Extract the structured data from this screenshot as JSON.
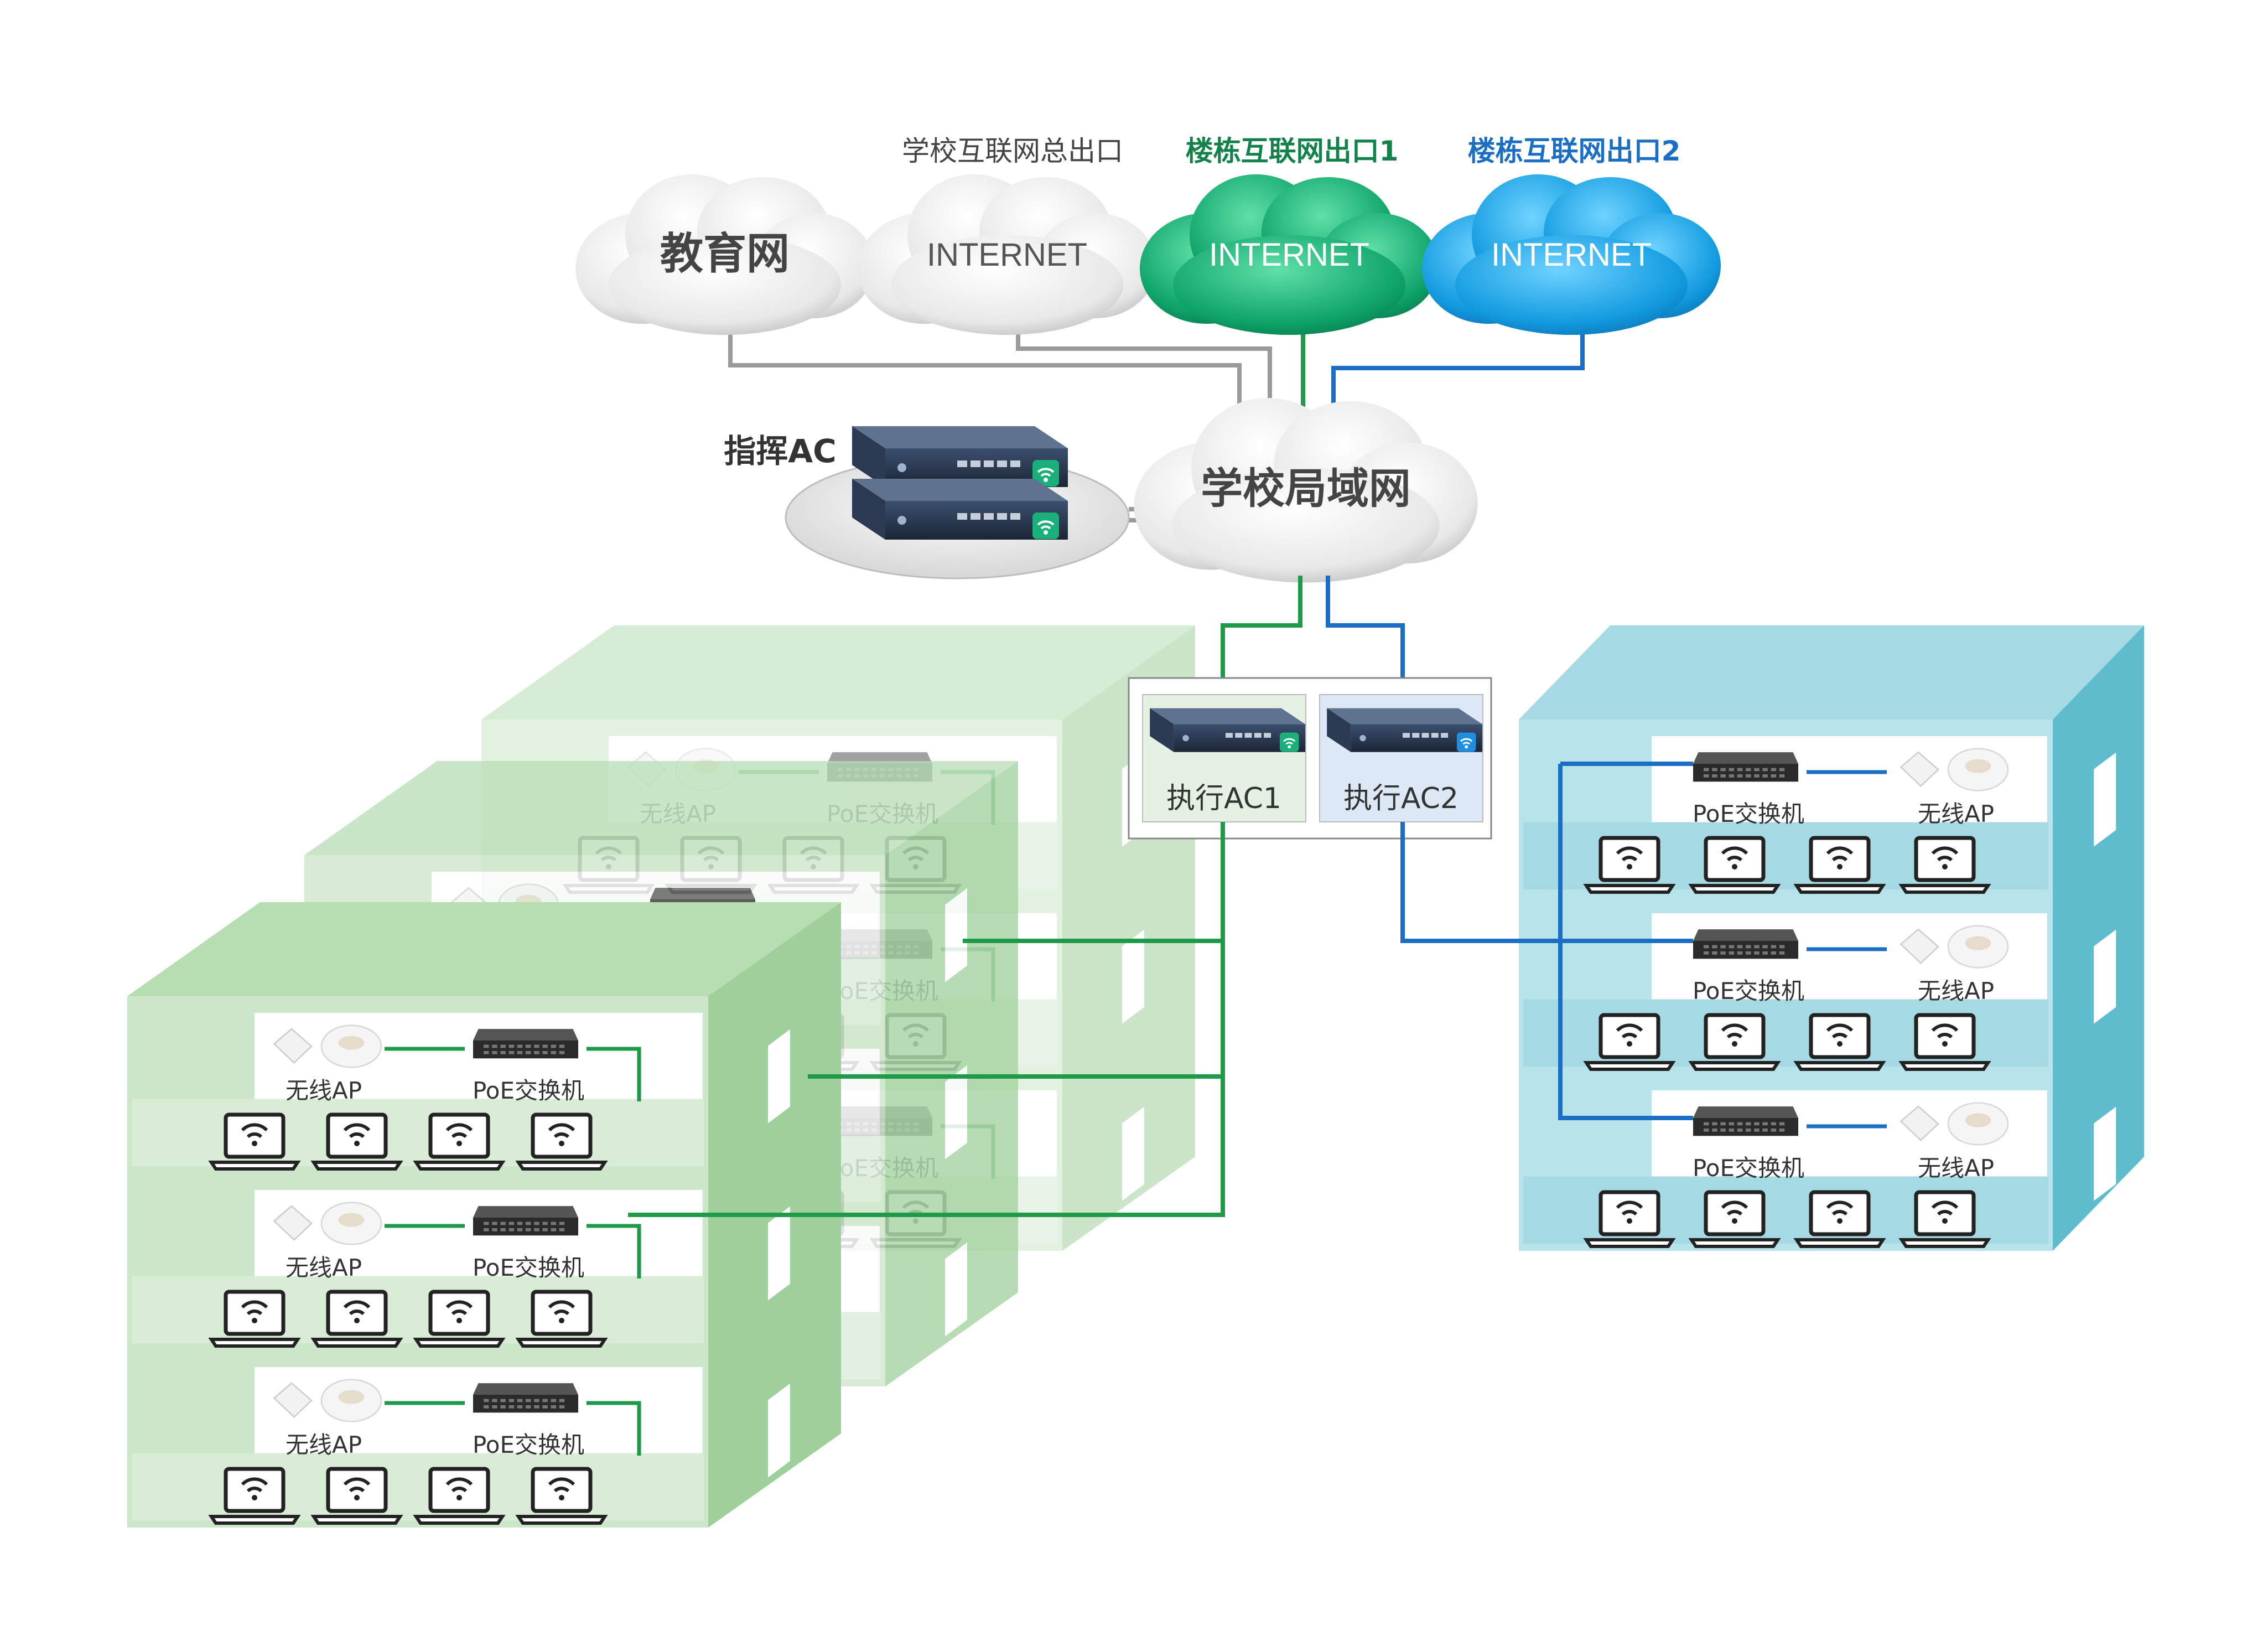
{
  "clouds": {
    "edu": {
      "label": "教育网"
    },
    "internet_main": {
      "caption": "学校互联网总出口",
      "label": "INTERNET"
    },
    "internet_b1": {
      "caption": "楼栋互联网出口1",
      "label": "INTERNET"
    },
    "internet_b2": {
      "caption": "楼栋互联网出口2",
      "label": "INTERNET"
    },
    "lan": {
      "label": "学校局域网"
    }
  },
  "command_ac": {
    "label": "指挥AC"
  },
  "exec_ac1": {
    "label": "执行AC1"
  },
  "exec_ac2": {
    "label": "执行AC2"
  },
  "device_labels": {
    "ap": "无线AP",
    "switch": "PoE交换机"
  },
  "colors": {
    "green_line": "#1e9a48",
    "blue_line": "#1a6fc4",
    "gray_line": "#9a9a9a",
    "green_building": "#a9d6a6",
    "blue_building": "#8fd0dc",
    "caption_green": "#13824a",
    "caption_blue": "#1a6fc4"
  }
}
